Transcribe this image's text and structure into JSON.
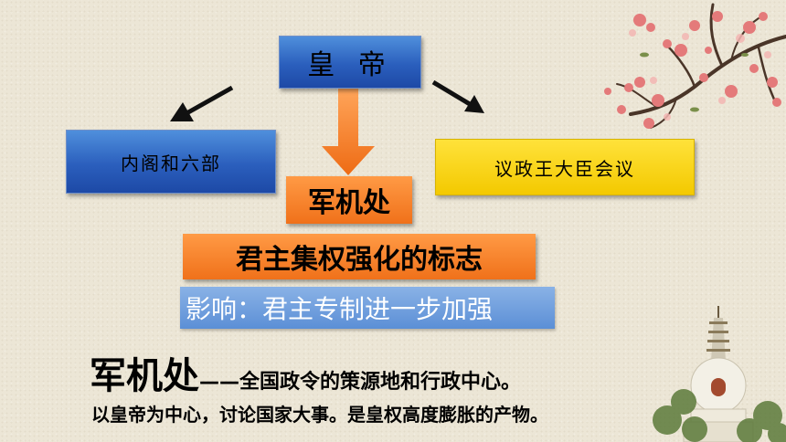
{
  "nodes": {
    "emperor": "皇 帝",
    "cabinet": "内阁和六部",
    "council": "议政王大臣会议",
    "junjichu": "军机处",
    "symbol": "君主集权强化的标志",
    "influence": "影响：君主专制进一步加强"
  },
  "summary": {
    "line1_head": "军机处",
    "line1_rest": "——全国政令的策源地和行政中心。",
    "line2": "以皇帝为中心，讨论国家大事。是皇权高度膨胀的产物。"
  },
  "colors": {
    "blue": "#2b5fbd",
    "yellow": "#f3c900",
    "orange": "#f0711a",
    "light_blue": "#5b8fd6",
    "background": "#ece6d6"
  },
  "decorations": [
    "plum-blossom-branch",
    "white-pagoda"
  ]
}
